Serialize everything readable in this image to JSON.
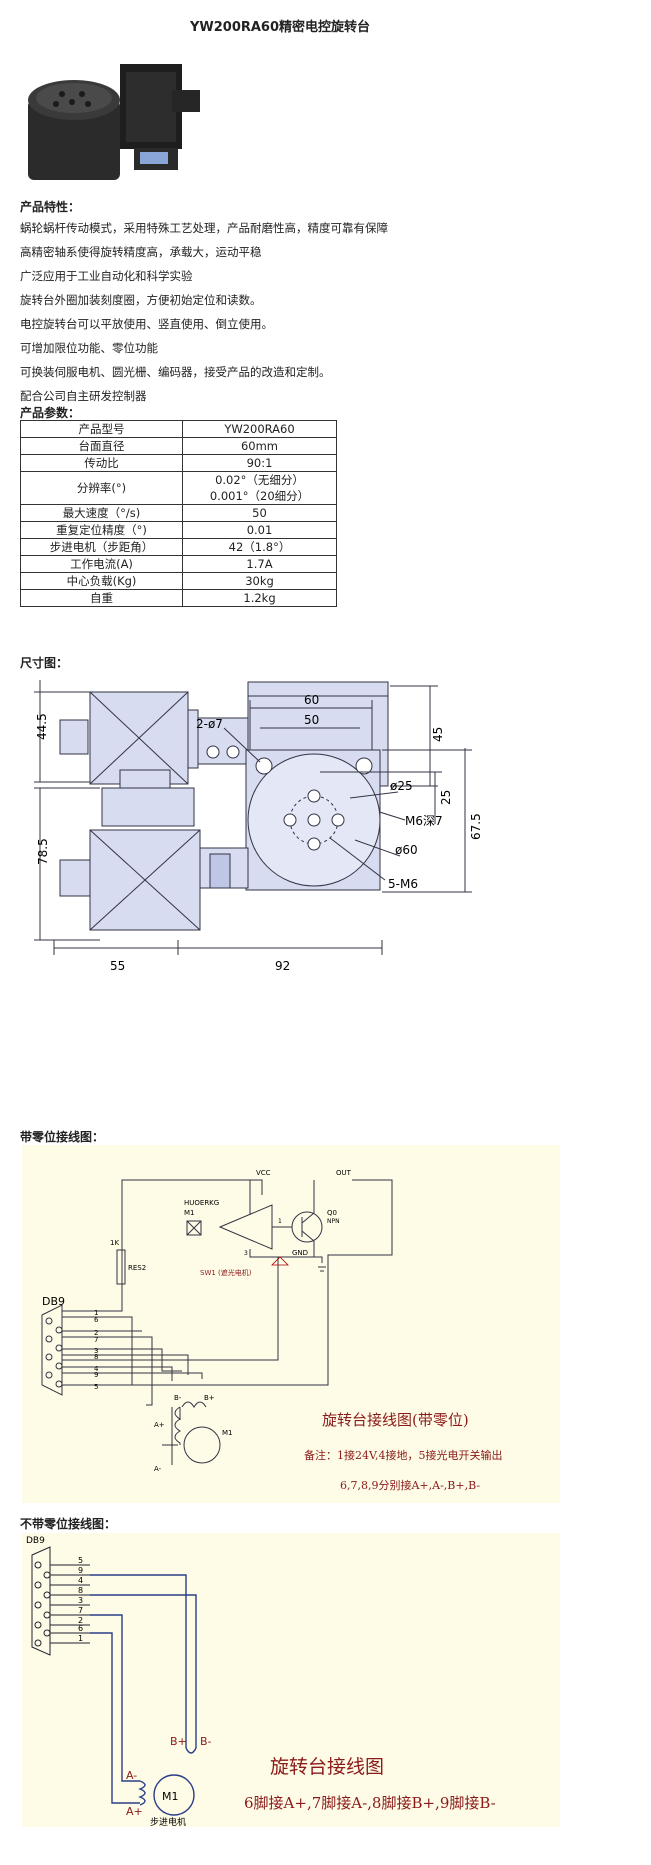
{
  "title": "YW200RA60精密电控旋转台",
  "features_heading": "产品特性：",
  "features": [
    "蜗轮蜗杆传动模式，采用特殊工艺处理，产品耐磨性高，精度可靠有保障",
    "高精密轴系使得旋转精度高，承载大，运动平稳",
    "广泛应用于工业自动化和科学实验",
    "旋转台外圈加装刻度圈，方便初始定位和读数。",
    "电控旋转台可以平放使用、竖直使用、倒立使用。",
    "可增加限位功能、零位功能",
    "可换装伺服电机、圆光栅、编码器，接受产品的改造和定制。",
    "配合公司自主研发控制器"
  ],
  "params_heading": "产品参数：",
  "params": [
    {
      "k": "产品型号",
      "v": "YW200RA60"
    },
    {
      "k": "台面直径",
      "v": "60mm"
    },
    {
      "k": "传动比",
      "v": "90:1"
    },
    {
      "k": "分辨率(°)",
      "v": "0.02°（无细分）",
      "v2": "0.001°（20细分）"
    },
    {
      "k": "最大速度（°/s)",
      "v": "50"
    },
    {
      "k": "重复定位精度（°)",
      "v": "0.01"
    },
    {
      "k": "步进电机（步距角）",
      "v": "42（1.8°）"
    },
    {
      "k": "工作电流(A)",
      "v": "1.7A"
    },
    {
      "k": "中心负载(Kg)",
      "v": "30kg"
    },
    {
      "k": "自重",
      "v": "1.2kg"
    }
  ],
  "dims_heading": "尺寸图：",
  "dims": {
    "d1": "44.5",
    "d2": "45",
    "d3": "M6深7",
    "d4": "60",
    "d5": "50",
    "d6": "2-ø7",
    "d7": "ø25",
    "d8": "25",
    "d9": "ø60",
    "d10": "67.5",
    "d11": "78.5",
    "d12": "5-M6",
    "d13": "55",
    "d14": "92"
  },
  "wiring1_heading": "带零位接线图：",
  "wiring1": {
    "db9": "DB9",
    "res": "1K",
    "res2": "RES2",
    "sensor": "HUOERKG",
    "sensor2": "M1",
    "vcc": "VCC",
    "out": "OUT",
    "q": "Q0",
    "npn": "NPN",
    "gnd": "GND",
    "sw": "SW1 (遮光电机)",
    "pin1": "1",
    "pin3": "3",
    "pins": [
      "1",
      "6",
      "2",
      "7",
      "3",
      "8",
      "4",
      "9",
      "5"
    ],
    "a_plus": "A+",
    "a_minus": "A-",
    "b_minus": "B-",
    "b_plus": "B+",
    "m1": "M1",
    "caption": "旋转台接线图(带零位)",
    "note1": "备注：1接24V,4接地，5接光电开关输出",
    "note2": "6,7,8,9分别接A+,A-,B+,B-"
  },
  "wiring2_heading": "不带零位接线图：",
  "wiring2": {
    "db9": "DB9",
    "pins": [
      "5",
      "9",
      "4",
      "8",
      "3",
      "7",
      "2",
      "6",
      "1"
    ],
    "b_plus": "B+",
    "b_minus": "B-",
    "a_minus": "A-",
    "a_plus": "A+",
    "m1": "M1",
    "motor": "步进电机",
    "caption": "旋转台接线图",
    "note": "6脚接A+,7脚接A-,8脚接B+,9脚接B-"
  }
}
